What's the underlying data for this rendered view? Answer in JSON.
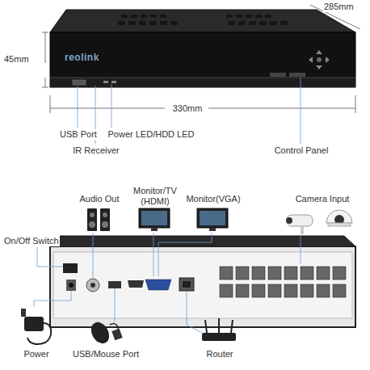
{
  "diagram": {
    "labels": [
      "285mm",
      "45mm",
      "330mm",
      "USB Port",
      "IR Receiver",
      "Power LED/HDD LED",
      "Control Panel",
      "Audio Out",
      "Monitor/TV (HDMI)",
      "Monitor(VGA)",
      "Camera Input",
      "On/Off Switch",
      "Power",
      "USB/Mouse Port",
      "Router",
      "reolink"
    ]
  }
}
